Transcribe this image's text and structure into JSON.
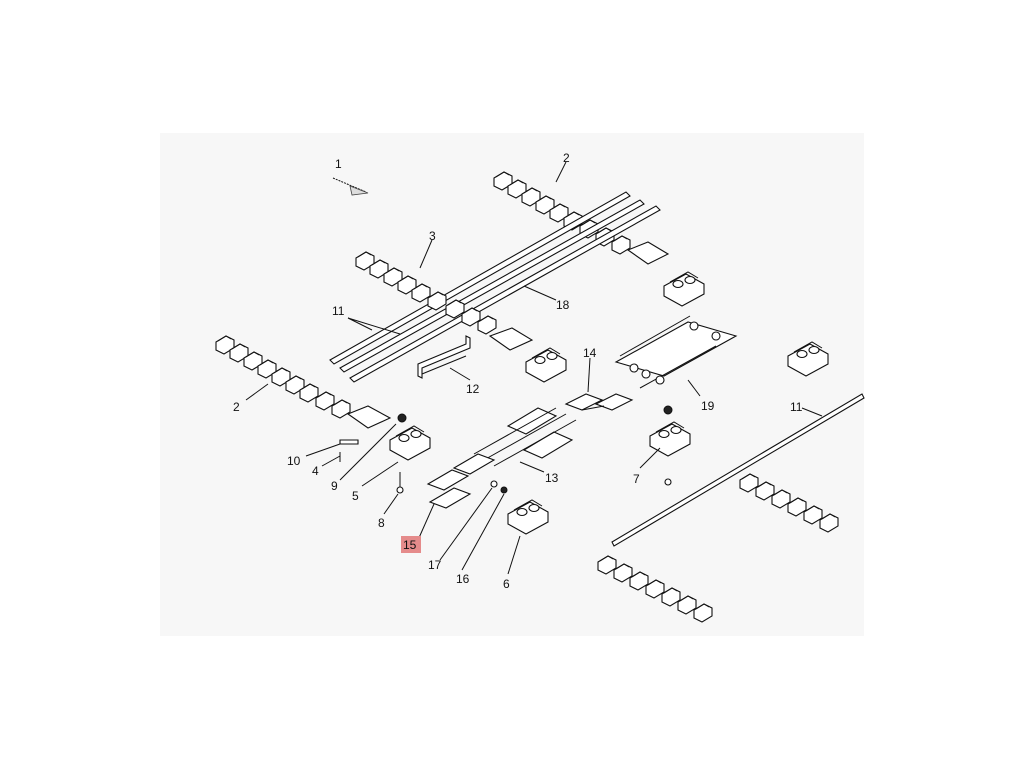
{
  "diagram": {
    "highlight_color": "#e58b8b",
    "callouts": [
      {
        "id": "c1",
        "label": "1"
      },
      {
        "id": "c2a",
        "label": "2"
      },
      {
        "id": "c2b",
        "label": "2"
      },
      {
        "id": "c3",
        "label": "3"
      },
      {
        "id": "c4",
        "label": "4"
      },
      {
        "id": "c5",
        "label": "5"
      },
      {
        "id": "c6",
        "label": "6"
      },
      {
        "id": "c7",
        "label": "7"
      },
      {
        "id": "c8",
        "label": "8"
      },
      {
        "id": "c9",
        "label": "9"
      },
      {
        "id": "c10",
        "label": "10"
      },
      {
        "id": "c11a",
        "label": "11"
      },
      {
        "id": "c11b",
        "label": "11"
      },
      {
        "id": "c12",
        "label": "12"
      },
      {
        "id": "c13",
        "label": "13"
      },
      {
        "id": "c14",
        "label": "14"
      },
      {
        "id": "c15",
        "label": "15",
        "highlighted": true
      },
      {
        "id": "c16",
        "label": "16"
      },
      {
        "id": "c17",
        "label": "17"
      },
      {
        "id": "c18",
        "label": "18"
      },
      {
        "id": "c19",
        "label": "19"
      }
    ]
  }
}
